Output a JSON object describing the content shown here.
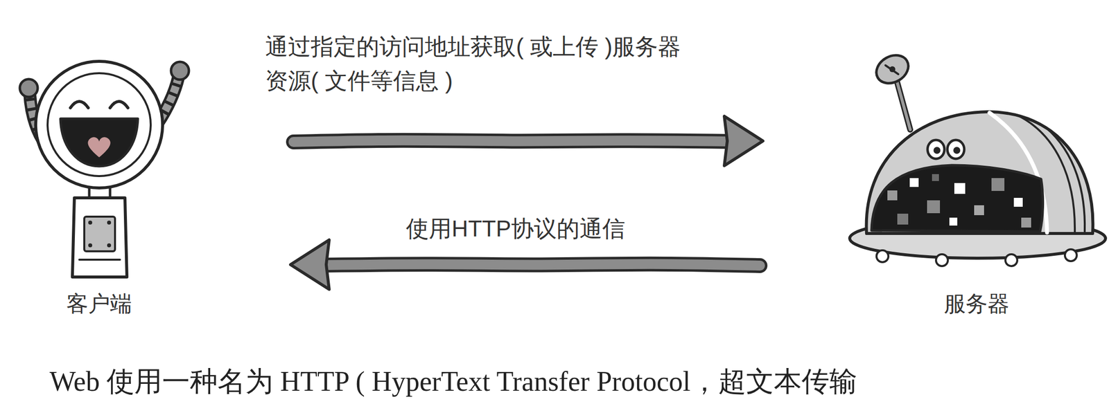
{
  "diagram": {
    "nodes": [
      {
        "text": [
          "客户端"
        ]
      },
      {
        "text": [
          "服务器"
        ]
      }
    ],
    "edges": [
      {
        "from": 0,
        "to": 1,
        "arrow": "to",
        "label": "通过指定的访问地址获取( 或上传 )服务器 资源( 文件等信息 )"
      },
      {
        "from": 1,
        "to": 0,
        "arrow": "to",
        "label": "使用HTTP协议的通信"
      }
    ],
    "labels": [
      "Web 使用一种名为 HTTP ( HyperText Transfer Protocol，超文本传输"
    ]
  }
}
